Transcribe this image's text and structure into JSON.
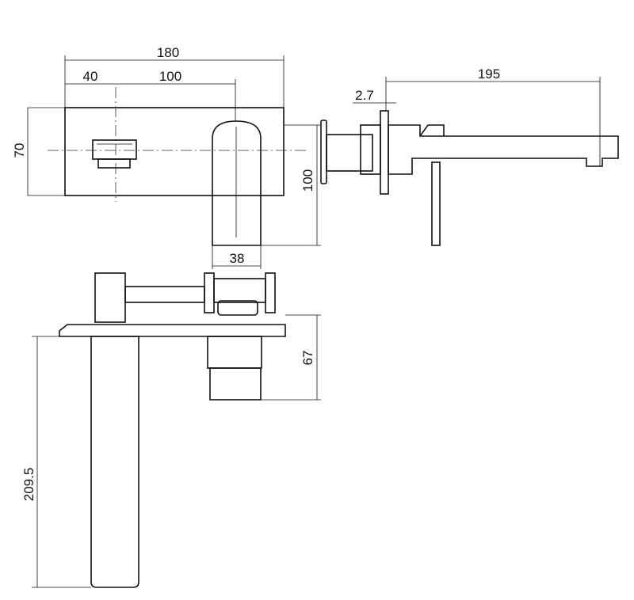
{
  "drawing": {
    "front_view": {
      "dim_overall_width": "180",
      "dim_handle_offset": "40",
      "dim_centres": "100",
      "dim_plate_height": "70",
      "dim_spout_height": "100",
      "dim_spout_width": "38"
    },
    "side_view": {
      "dim_projection": "195",
      "dim_plate_thickness": "2.7"
    },
    "plan_view": {
      "dim_body_depth": "67",
      "dim_spout_length": "209.5"
    }
  }
}
